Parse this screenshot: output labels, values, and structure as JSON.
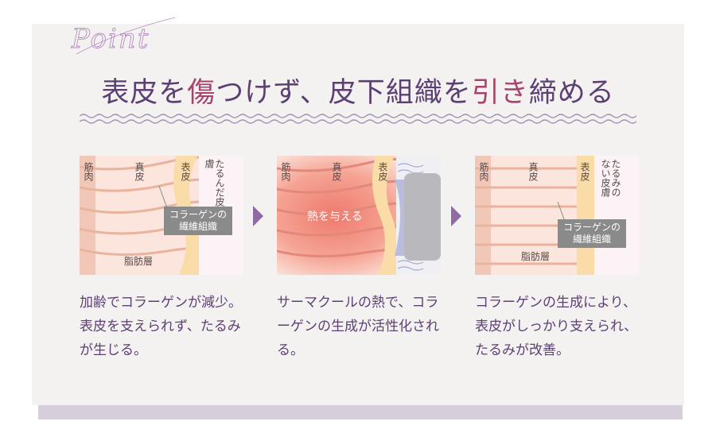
{
  "point_label": "Point",
  "headline": {
    "part1": "表皮を",
    "hl1": "傷",
    "part2": "つけず、皮下組織を",
    "hl2": "引き",
    "part3": "締める"
  },
  "panels": [
    {
      "muscle": "筋肉",
      "dermis": "真皮",
      "epidermis": "表皮",
      "state": "たるんだ皮膚",
      "callout": "コラーゲンの繊維組織",
      "fat": "脂肪層"
    },
    {
      "muscle": "筋肉",
      "dermis": "真皮",
      "epidermis": "表皮",
      "heat": "熱を与える"
    },
    {
      "muscle": "筋肉",
      "dermis": "真皮",
      "epidermis": "表皮",
      "state": "たるみのない皮膚",
      "callout": "コラーゲンの繊維組織",
      "fat": "脂肪層"
    }
  ],
  "descriptions": [
    "加齢でコラーゲンが減少。表皮を支えられず、たるみが生じる。",
    "サーマクールの熱で、コラーゲンの生成が活性化される。",
    "コラーゲンの生成により、表皮がしっかり支えられ、たるみが改善。"
  ],
  "colors": {
    "headline": "#5c3f73",
    "highlight": "#a8436d",
    "arrow": "#8f6aa6",
    "accent": "#b88cbf"
  }
}
